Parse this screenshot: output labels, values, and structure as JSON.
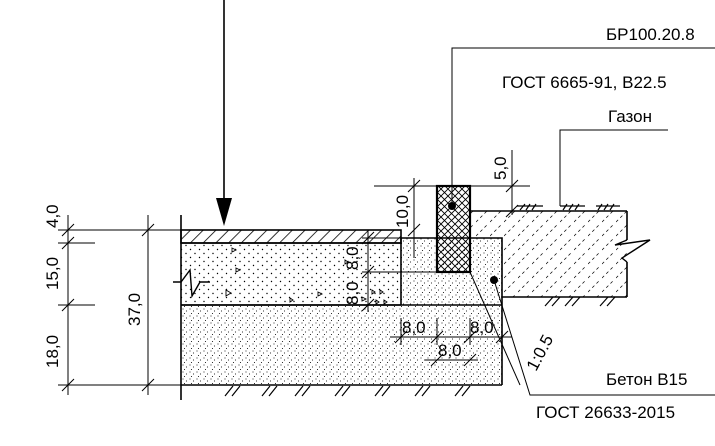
{
  "labels": {
    "curb_mark": "БР100.20.8",
    "curb_gost": "ГОСТ 6665-91, В22.5",
    "lawn": "Газон",
    "concrete": "Бетон В15",
    "concrete_gost": "ГОСТ 26633-2015"
  },
  "dimensions": {
    "d_4": "4,0",
    "d_15": "15,0",
    "d_18": "18,0",
    "d_37": "37,0",
    "d_10": "10,0",
    "d_5": "5,0",
    "d_8v1": "8,0",
    "d_8v2": "8,0",
    "d_8h1": "8,0",
    "d_8h2": "8,0",
    "d_8h3": "8,0",
    "slope": "1:0.5"
  },
  "colors": {
    "line": "#000000",
    "background": "#ffffff"
  }
}
